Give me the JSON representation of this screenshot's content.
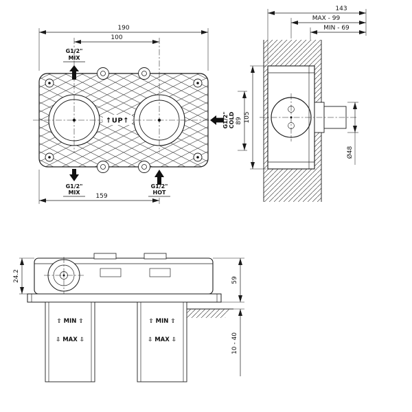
{
  "front_view": {
    "dim_width": "190",
    "dim_centers": "100",
    "dim_bottom": "159",
    "dim_side": "89",
    "up_label": "↑UP↑",
    "mix_top": {
      "l1": "G1/2\"",
      "l2": "MIX"
    },
    "mix_bottom": {
      "l1": "G1/2\"",
      "l2": "MIX"
    },
    "hot": {
      "l1": "G1/2\"",
      "l2": "HOT"
    },
    "cold": {
      "l1": "G1/2\"",
      "l2": "COLD"
    }
  },
  "side_view": {
    "dim_total_depth": "143",
    "dim_max": "MAX - 99",
    "dim_min": "MIN - 69",
    "dim_height": "105",
    "dim_diameter": "Ø48"
  },
  "top_view": {
    "dim_depth": "24.2",
    "dim_height": "59",
    "dim_wall_range": "10 - 40",
    "min_label": "⇧ MIN ⇧",
    "max_label": "⇩ MAX ⇩"
  }
}
